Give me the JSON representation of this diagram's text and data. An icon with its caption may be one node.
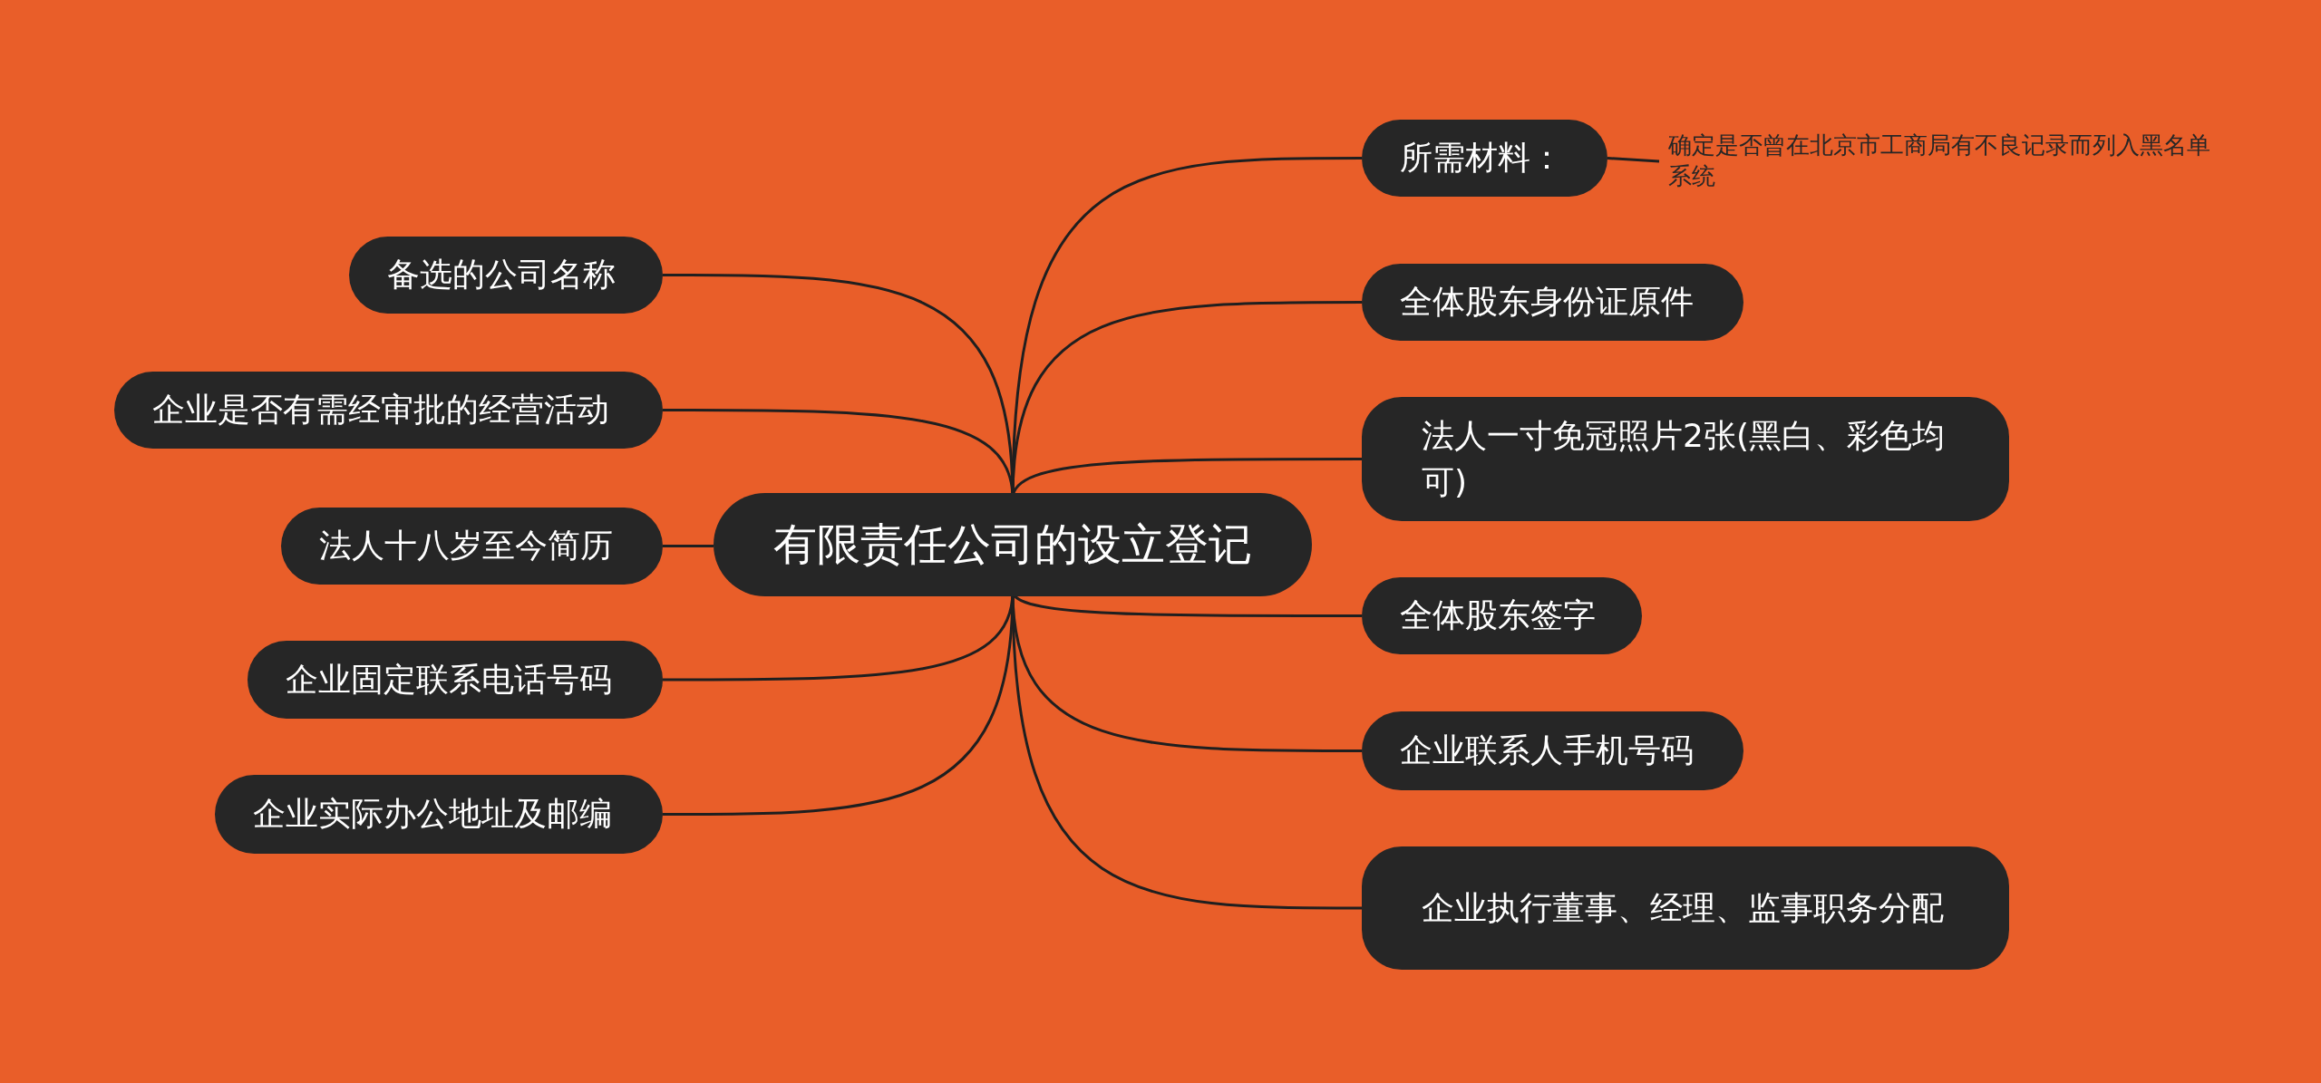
{
  "diagram": {
    "nodes": [
      {
        "text": [
          "有限责任公司的设立登记"
        ]
      },
      {
        "text": [
          "所需材料："
        ]
      },
      {
        "text": [
          "确定是否曾在北京市工商局有不良记录而列入黑名单系统"
        ]
      },
      {
        "text": [
          "全体股东身份证原件"
        ]
      },
      {
        "text": [
          "法人一寸免冠照片2张(黑白、彩色均可)"
        ]
      },
      {
        "text": [
          "全体股东签字"
        ]
      },
      {
        "text": [
          "企业联系人手机号码"
        ]
      },
      {
        "text": [
          "企业执行董事、经理、监事职务分配"
        ]
      },
      {
        "text": [
          "备选的公司名称"
        ]
      },
      {
        "text": [
          "企业是否有需经审批的经营活动"
        ]
      },
      {
        "text": [
          "法人十八岁至今简历"
        ]
      },
      {
        "text": [
          "企业固定联系电话号码"
        ]
      },
      {
        "text": [
          "企业实际办公地址及邮编"
        ]
      }
    ],
    "edges": [
      {
        "from": 0,
        "to": 1,
        "arrow": "none"
      },
      {
        "from": 1,
        "to": 2,
        "arrow": "none"
      },
      {
        "from": 0,
        "to": 3,
        "arrow": "none"
      },
      {
        "from": 0,
        "to": 4,
        "arrow": "none"
      },
      {
        "from": 0,
        "to": 5,
        "arrow": "none"
      },
      {
        "from": 0,
        "to": 6,
        "arrow": "none"
      },
      {
        "from": 0,
        "to": 7,
        "arrow": "none"
      },
      {
        "from": 0,
        "to": 8,
        "arrow": "none"
      },
      {
        "from": 0,
        "to": 9,
        "arrow": "none"
      },
      {
        "from": 0,
        "to": 10,
        "arrow": "none"
      },
      {
        "from": 0,
        "to": 11,
        "arrow": "none"
      },
      {
        "from": 0,
        "to": 12,
        "arrow": "none"
      }
    ]
  }
}
